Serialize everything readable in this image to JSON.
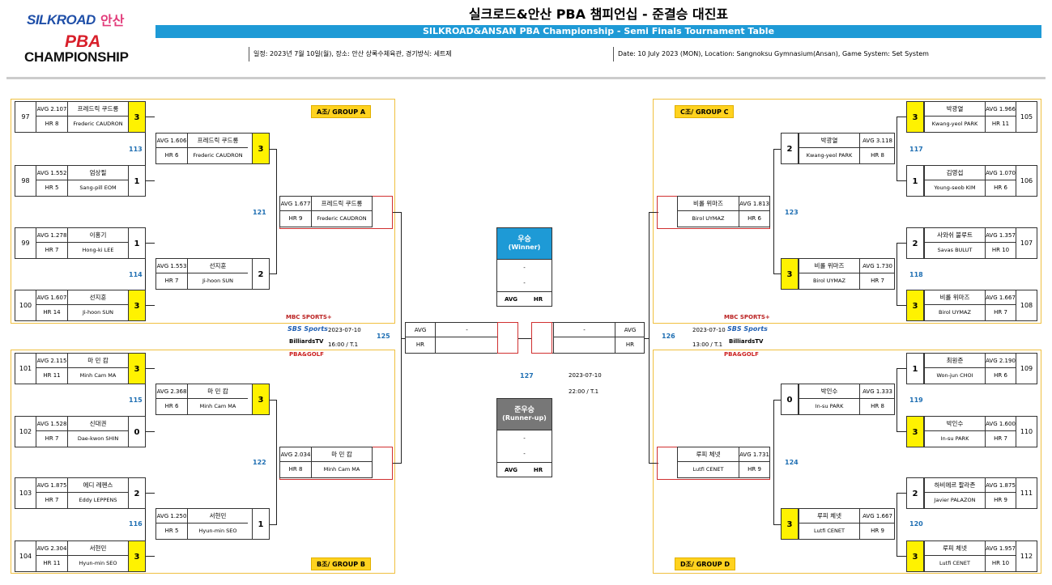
{
  "header": {
    "logo_silkroad": "SILKROAD",
    "logo_ansan": "안산",
    "logo_pba": "PBA",
    "logo_championship": "CHAMPIONSHIP",
    "title_ko": "실크로드&안산 PBA 챔피언십 - 준결승 대진표",
    "title_en": "SILKROAD&ANSAN PBA Championship - Semi Finals Tournament Table",
    "info_ko": "일정: 2023년 7월 10일(월), 장소: 안산 상록수체육관, 경기방식: 세트제",
    "info_en": "Date: 10 July 2023 (MON), Location: Sangnoksu Gymnasium(Ansan), Game System: Set System"
  },
  "groups": {
    "a": "A조/ GROUP A",
    "b": "B조/ GROUP B",
    "c": "C조/ GROUP C",
    "d": "D조/ GROUP D"
  },
  "cards": {
    "c97": {
      "num": "97",
      "avg": "AVG 2.107",
      "hr": "HR 8",
      "ko": "프레드릭 쿠드롱",
      "en": "Frederic CAUDRON",
      "score": "3"
    },
    "c98": {
      "num": "98",
      "avg": "AVG 1.552",
      "hr": "HR 5",
      "ko": "엄상필",
      "en": "Sang-pill EOM",
      "score": "1"
    },
    "c99": {
      "num": "99",
      "avg": "AVG 1.278",
      "hr": "HR 7",
      "ko": "이홍기",
      "en": "Hong-ki LEE",
      "score": "1"
    },
    "c100": {
      "num": "100",
      "avg": "AVG 1.607",
      "hr": "HR 14",
      "ko": "선지훈",
      "en": "Ji-hoon SUN",
      "score": "3"
    },
    "c101": {
      "num": "101",
      "avg": "AVG 2.115",
      "hr": "HR 11",
      "ko": "마 민 캄",
      "en": "Minh Cam MA",
      "score": "3"
    },
    "c102": {
      "num": "102",
      "avg": "AVG 1.528",
      "hr": "HR 7",
      "ko": "신대권",
      "en": "Dae-kwon SHIN",
      "score": "0"
    },
    "c103": {
      "num": "103",
      "avg": "AVG 1.875",
      "hr": "HR 7",
      "ko": "에디 레펜스",
      "en": "Eddy LEPPENS",
      "score": "2"
    },
    "c104": {
      "num": "104",
      "avg": "AVG 2.304",
      "hr": "HR 11",
      "ko": "서현민",
      "en": "Hyun-min SEO",
      "score": "3"
    },
    "c105": {
      "num": "105",
      "avg": "AVG 1.966",
      "hr": "HR 11",
      "ko": "박광열",
      "en": "Kwang-yeol PARK",
      "score": "3"
    },
    "c106": {
      "num": "106",
      "avg": "AVG 1.070",
      "hr": "HR 6",
      "ko": "김영섭",
      "en": "Young-seob KIM",
      "score": "1"
    },
    "c107": {
      "num": "107",
      "avg": "AVG 1.357",
      "hr": "HR 10",
      "ko": "사와쉬 불루트",
      "en": "Savas BULUT",
      "score": "2"
    },
    "c108": {
      "num": "108",
      "avg": "AVG 1.667",
      "hr": "HR 7",
      "ko": "비롤 위마즈",
      "en": "Birol UYMAZ",
      "score": "3"
    },
    "c109": {
      "num": "109",
      "avg": "AVG 2.190",
      "hr": "HR 6",
      "ko": "최원준",
      "en": "Won-jun CHOI",
      "score": "1"
    },
    "c110": {
      "num": "110",
      "avg": "AVG 1.600",
      "hr": "HR 7",
      "ko": "박인수",
      "en": "In-su PARK",
      "score": "3"
    },
    "c111": {
      "num": "111",
      "avg": "AVG 1.875",
      "hr": "HR 9",
      "ko": "하비에르 팔라존",
      "en": "Javier PALAZON",
      "score": "2"
    },
    "c112": {
      "num": "112",
      "avg": "AVG 1.957",
      "hr": "HR 10",
      "ko": "루피 체넷",
      "en": "Lutfi CENET",
      "score": "3"
    },
    "r113": {
      "avg": "AVG 1.606",
      "hr": "HR 6",
      "ko": "프레드릭 쿠드롱",
      "en": "Frederic CAUDRON",
      "score": "3"
    },
    "r114": {
      "avg": "AVG 1.553",
      "hr": "HR 7",
      "ko": "선지훈",
      "en": "Ji-hoon SUN",
      "score": "2"
    },
    "r115": {
      "avg": "AVG 2.368",
      "hr": "HR 6",
      "ko": "마 민 캄",
      "en": "Minh Cam MA",
      "score": "3"
    },
    "r116": {
      "avg": "AVG 1.250",
      "hr": "HR 5",
      "ko": "서현민",
      "en": "Hyun-min SEO",
      "score": "1"
    },
    "r117": {
      "avg": "AVG 3.118",
      "hr": "HR 8",
      "ko": "박광열",
      "en": "Kwang-yeol PARK",
      "score": "2"
    },
    "r118": {
      "avg": "AVG 1.730",
      "hr": "HR 7",
      "ko": "비롤 위마즈",
      "en": "Birol UYMAZ",
      "score": "3"
    },
    "r119": {
      "avg": "AVG 1.333",
      "hr": "HR 8",
      "ko": "박인수",
      "en": "In-su PARK",
      "score": "0"
    },
    "r120": {
      "avg": "AVG 1.667",
      "hr": "HR 9",
      "ko": "루피 체넷",
      "en": "Lutfi CENET",
      "score": "3"
    },
    "r121": {
      "avg": "AVG 1.677",
      "hr": "HR 9",
      "ko": "프레드릭 쿠드롱",
      "en": "Frederic CAUDRON"
    },
    "r122": {
      "avg": "AVG 2.034",
      "hr": "HR 8",
      "ko": "마 민 캄",
      "en": "Minh Cam MA"
    },
    "r123": {
      "avg": "AVG 1.813",
      "hr": "HR 6",
      "ko": "비롤 위마즈",
      "en": "Birol UYMAZ"
    },
    "r124": {
      "avg": "AVG 1.731",
      "hr": "HR 9",
      "ko": "루피 체넷",
      "en": "Lutfi CENET"
    }
  },
  "match_numbers": {
    "m113": "113",
    "m114": "114",
    "m115": "115",
    "m116": "116",
    "m117": "117",
    "m118": "118",
    "m119": "119",
    "m120": "120",
    "m121": "121",
    "m122": "122",
    "m123": "123",
    "m124": "124",
    "m125": "125",
    "m126": "126",
    "m127": "127"
  },
  "final": {
    "left": {
      "avg": "AVG",
      "hr": "HR",
      "dash": "-"
    },
    "right": {
      "avg": "AVG",
      "hr": "HR",
      "dash": "-"
    },
    "winner_title": "우승",
    "winner_sub": "(Winner)",
    "winner_dash1": "-",
    "winner_dash2": "-",
    "winner_avg": "AVG",
    "winner_hr": "HR",
    "runner_title": "준우승",
    "runner_sub": "(Runner-up)",
    "runner_dash1": "-",
    "runner_dash2": "-",
    "runner_avg": "AVG",
    "runner_hr": "HR",
    "left_date": "2023-07-10",
    "left_time": "16:00 / T.1",
    "right_date": "2023-07-10",
    "right_time": "13:00 / T.1",
    "center_date": "2023-07-10",
    "center_time": "22:00 / T.1"
  },
  "broadcast": {
    "mbc": "MBC SPORTS+",
    "sbs": "SBS Sports",
    "billiards": "BilliardsTV",
    "pba": "PBA&GOLF"
  },
  "colors": {
    "winner_blue": "#1e9ad6",
    "runner_gray": "#777777",
    "score_win": "#fff200",
    "group_yellow": "#ffd21f"
  }
}
